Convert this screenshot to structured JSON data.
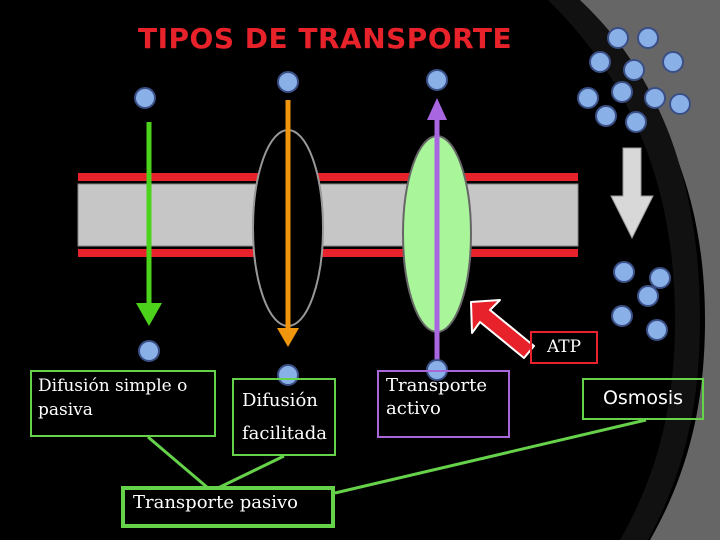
{
  "title": "TIPOS DE TRANSPORTE",
  "labels": {
    "simple": "Difusión simple o pasiva",
    "facilitada_line1": "Difusión",
    "facilitada_line2": "facilitada",
    "activo": "Transporte activo",
    "pasivo": "Transporte pasivo",
    "osmosis": "Osmosis",
    "atp": "ATP"
  },
  "colors": {
    "title": "#e8222a",
    "membrane_gray": "#c6c6c6",
    "membrane_red": "#e8222a",
    "arrow_green": "#4cd21a",
    "arrow_orange": "#f0960e",
    "arrow_purple": "#a866e0",
    "protein_green": "#a8f59a",
    "molecule_blue": "#8ab0e8",
    "box_green": "#66d24a",
    "box_purple": "#a866d8"
  }
}
